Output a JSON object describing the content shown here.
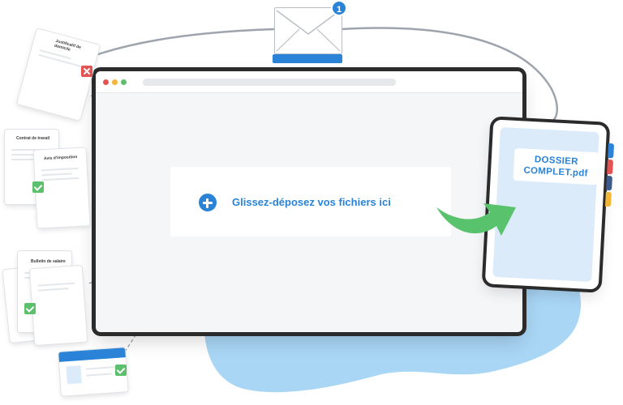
{
  "dropzone": {
    "label": "Glissez-déposez vos fichiers ici"
  },
  "notification": {
    "count": "1"
  },
  "output": {
    "label_line1": "DOSSIER",
    "label_line2": "COMPLET.pdf"
  },
  "documents": [
    {
      "title": "Justificatif de domicile",
      "status": "rejected"
    },
    {
      "title": "Contrat de travail",
      "status": ""
    },
    {
      "title": "Avis d'imposition",
      "status": "accepted"
    },
    {
      "title": "Bulletin de salaire",
      "status": "accepted"
    },
    {
      "title": "",
      "status": "accepted"
    }
  ],
  "colors": {
    "accent": "#2a83d6",
    "success": "#5cbf6b",
    "error": "#e35353",
    "arrow": "#59c26c",
    "blob": "#a9d6f5",
    "tabs": [
      "#2a83d6",
      "#e35353",
      "#3c5a8a",
      "#f3b737"
    ]
  },
  "icons": [
    "plus-icon",
    "envelope-icon",
    "check-icon",
    "cross-icon",
    "arrow-icon"
  ]
}
